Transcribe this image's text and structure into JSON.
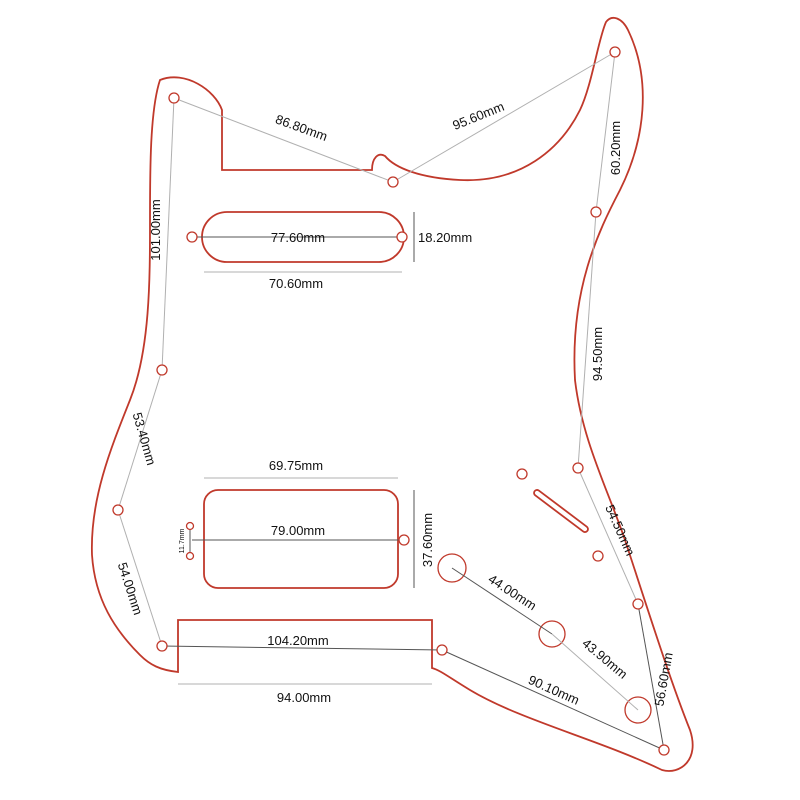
{
  "colors": {
    "outline": "#c0392b",
    "dimension_line": "#b0b0b0",
    "label": "#111111",
    "background": "#ffffff"
  },
  "dimensions": {
    "d1": "86.80mm",
    "d2": "95.60mm",
    "d3": "60.20mm",
    "d4": "101.00mm",
    "d5": "77.60mm",
    "d6": "18.20mm",
    "d7": "70.60mm",
    "d8": "94.50mm",
    "d9": "53.40mm",
    "d10": "69.75mm",
    "d11": "79.00mm",
    "d12": "37.60mm",
    "d13": "11.7mm",
    "d14": "54.50mm",
    "d15": "54.00mm",
    "d16": "44.00mm",
    "d17": "104.20mm",
    "d18": "43.90mm",
    "d19": "56.60mm",
    "d20": "90.10mm",
    "d21": "94.00mm"
  }
}
